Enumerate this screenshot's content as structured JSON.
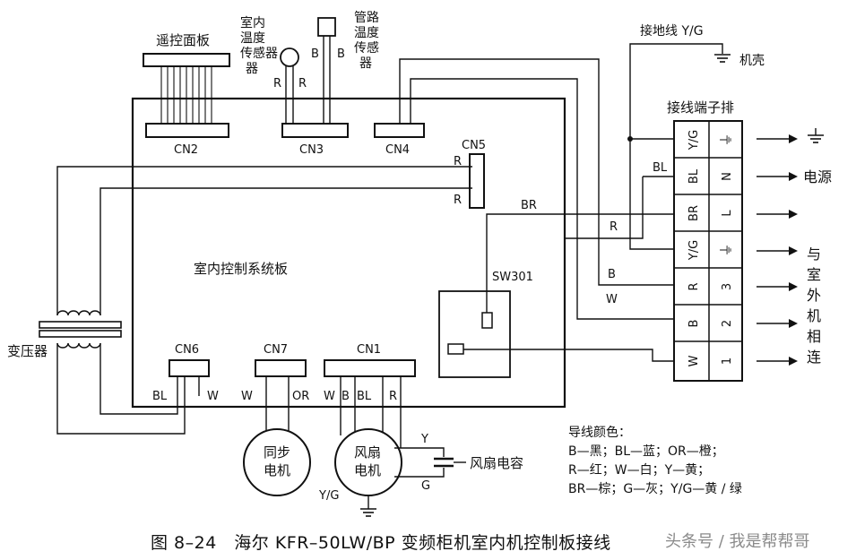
{
  "remote_panel": "遥控面板",
  "room_sensor": [
    "室内",
    "温度",
    "传感器",
    "器"
  ],
  "pipe_sensor": [
    "管路",
    "温度",
    "传感",
    "器"
  ],
  "ground_wire": "接地线 Y/G",
  "chassis": "机壳",
  "terminal_strip": "接线端子排",
  "board": "室内控制系统板",
  "transformer": "变压器",
  "connectors": {
    "cn1": "CN1",
    "cn2": "CN2",
    "cn3": "CN3",
    "cn4": "CN4",
    "cn5": "CN5",
    "cn6": "CN6",
    "cn7": "CN7",
    "sw301": "SW301"
  },
  "wire_labels": {
    "r": "R",
    "b": "B",
    "w": "W",
    "bl": "BL",
    "br": "BR",
    "or": "OR",
    "y": "Y",
    "g": "G",
    "yg": "Y/G"
  },
  "terminals": {
    "left": [
      "Y/G",
      "BL",
      "BR",
      "Y/G",
      "R",
      "B",
      "W"
    ],
    "right": [
      "⏚",
      "N",
      "L",
      "⏚",
      "3",
      "2",
      "1"
    ]
  },
  "power": "电源",
  "outdoor": [
    "与",
    "室",
    "外",
    "机",
    "相",
    "连"
  ],
  "sync_motor": [
    "同步",
    "电机"
  ],
  "fan_motor": [
    "风扇",
    "电机"
  ],
  "fan_cap": "风扇电容",
  "legend": [
    "导线颜色：",
    "B—黑；BL—蓝；OR—橙；",
    "R—红；W—白；Y—黄；",
    "BR—棕；G—灰；Y/G—黄 / 绿"
  ],
  "caption": "图 8–24　海尔 KFR–50LW/BP 变频柜机室内机控制板接线",
  "watermark": "头条号 / 我是帮帮哥"
}
